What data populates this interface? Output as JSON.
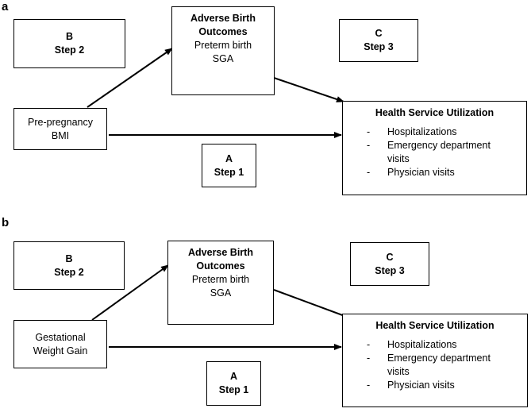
{
  "panels": [
    {
      "letter": "a",
      "exposure": [
        "Pre-pregnancy",
        "BMI"
      ],
      "outcomes_title": [
        "Adverse Birth",
        "Outcomes"
      ],
      "outcomes_items": [
        "Preterm birth",
        "SGA"
      ],
      "utilization_title": "Health Service Utilization",
      "utilization_items": [
        {
          "dash": "-",
          "lines": [
            "Hospitalizations"
          ]
        },
        {
          "dash": "-",
          "lines": [
            "Emergency department",
            "visits"
          ]
        },
        {
          "dash": "-",
          "lines": [
            "Physician visits"
          ]
        }
      ],
      "step_a": [
        "A",
        "Step 1"
      ],
      "step_b": [
        "B",
        "Step 2"
      ],
      "step_c": [
        "C",
        "Step 3"
      ]
    },
    {
      "letter": "b",
      "exposure": [
        "Gestational",
        "Weight Gain"
      ],
      "outcomes_title": [
        "Adverse Birth",
        "Outcomes"
      ],
      "outcomes_items": [
        "Preterm birth",
        "SGA"
      ],
      "utilization_title": "Health Service Utilization",
      "utilization_items": [
        {
          "dash": "-",
          "lines": [
            "Hospitalizations"
          ]
        },
        {
          "dash": "-",
          "lines": [
            "Emergency department",
            "visits"
          ]
        },
        {
          "dash": "-",
          "lines": [
            "Physician visits"
          ]
        }
      ],
      "step_a": [
        "A",
        "Step 1"
      ],
      "step_b": [
        "B",
        "Step 2"
      ],
      "step_c": [
        "C",
        "Step 3"
      ]
    }
  ]
}
